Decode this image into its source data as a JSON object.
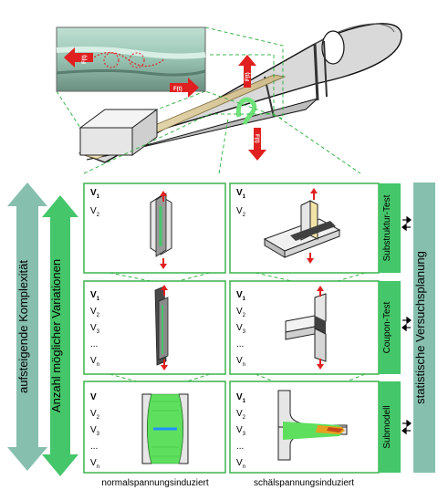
{
  "colors": {
    "green_border": "#3cb44b",
    "green_arrow": "#45c66a",
    "teal_arrow": "#86bfae",
    "red_arrow": "#e02020",
    "green_fill": "#5ee05e"
  },
  "top_arrow_labels": {
    "left_label": "F(t)",
    "right_label": "F(t)",
    "up_label": "F(t)",
    "down_label": "F(t)"
  },
  "left_arrows": {
    "outer_label": "aufsteigende Komplexität",
    "inner_label": "Anzahl möglicher Variationen"
  },
  "right_arrow": {
    "label": "statistische Versuchsplanung"
  },
  "levels": [
    {
      "label": "Substruktur-Test"
    },
    {
      "label": "Coupon-Test"
    },
    {
      "label": "Submodell"
    }
  ],
  "cells": {
    "row1_left": {
      "v": [
        "V",
        "V"
      ],
      "sub": [
        "1",
        "2"
      ]
    },
    "row1_right": {
      "v": [
        "V",
        "V"
      ],
      "sub": [
        "1",
        "2"
      ]
    },
    "row2_left": {
      "v": [
        "V",
        "V",
        "V",
        "...",
        "V"
      ],
      "sub": [
        "1",
        "2",
        "3",
        "",
        "n"
      ]
    },
    "row2_right": {
      "v": [
        "V",
        "V",
        "V",
        "...",
        "V"
      ],
      "sub": [
        "1",
        "2",
        "3",
        "",
        "n"
      ]
    },
    "row3_left": {
      "v": [
        "V",
        "V",
        "V",
        "...",
        "V"
      ],
      "sub": [
        "",
        "2",
        "3",
        "",
        "n"
      ]
    },
    "row3_right": {
      "v": [
        "V",
        "V",
        "V",
        "...",
        "V"
      ],
      "sub": [
        "1",
        "2",
        "3",
        "",
        "n"
      ]
    }
  },
  "column_labels": {
    "left": "normalspannungsinduziert",
    "right": "schälspannungsinduziert"
  }
}
